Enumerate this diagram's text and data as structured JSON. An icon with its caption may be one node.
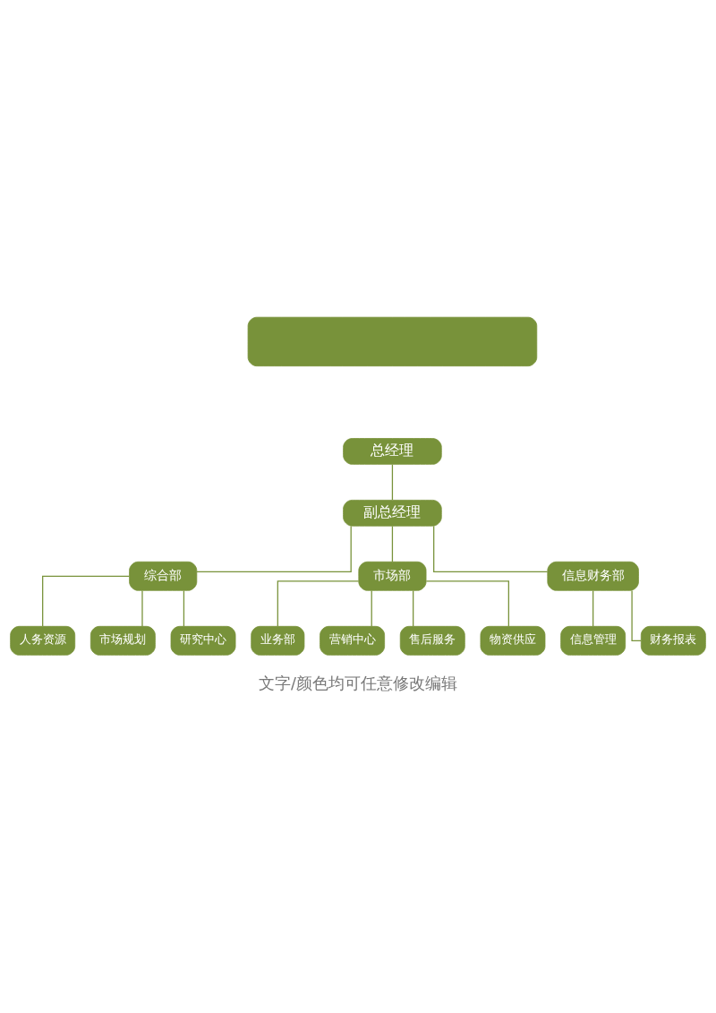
{
  "diagram": {
    "caption": "文字/颜色均可任意修改编辑",
    "nodes": [
      {
        "text": [],
        "shape": "box"
      },
      {
        "text": [
          "总经理"
        ]
      },
      {
        "text": [
          "副总经理"
        ]
      },
      {
        "text": [
          "综合部"
        ]
      },
      {
        "text": [
          "市场部"
        ]
      },
      {
        "text": [
          "信息财务部"
        ]
      },
      {
        "text": [
          "人务资源"
        ]
      },
      {
        "text": [
          "市场规划"
        ]
      },
      {
        "text": [
          "研究中心"
        ]
      },
      {
        "text": [
          "业务部"
        ]
      },
      {
        "text": [
          "营销中心"
        ]
      },
      {
        "text": [
          "售后服务"
        ]
      },
      {
        "text": [
          "物资供应"
        ]
      },
      {
        "text": [
          "信息管理"
        ]
      },
      {
        "text": [
          "财务报表"
        ]
      }
    ],
    "edges": [
      {
        "from": 1,
        "to": 2,
        "arrow": "none"
      },
      {
        "from": 2,
        "to": 3,
        "arrow": "none"
      },
      {
        "from": 2,
        "to": 4,
        "arrow": "none"
      },
      {
        "from": 2,
        "to": 5,
        "arrow": "none"
      },
      {
        "from": 3,
        "to": 6,
        "arrow": "none"
      },
      {
        "from": 3,
        "to": 7,
        "arrow": "none"
      },
      {
        "from": 3,
        "to": 8,
        "arrow": "none"
      },
      {
        "from": 4,
        "to": 9,
        "arrow": "none"
      },
      {
        "from": 4,
        "to": 10,
        "arrow": "none"
      },
      {
        "from": 4,
        "to": 11,
        "arrow": "none"
      },
      {
        "from": 4,
        "to": 12,
        "arrow": "none"
      },
      {
        "from": 5,
        "to": 13,
        "arrow": "none"
      },
      {
        "from": 5,
        "to": 14,
        "arrow": "none"
      }
    ]
  }
}
